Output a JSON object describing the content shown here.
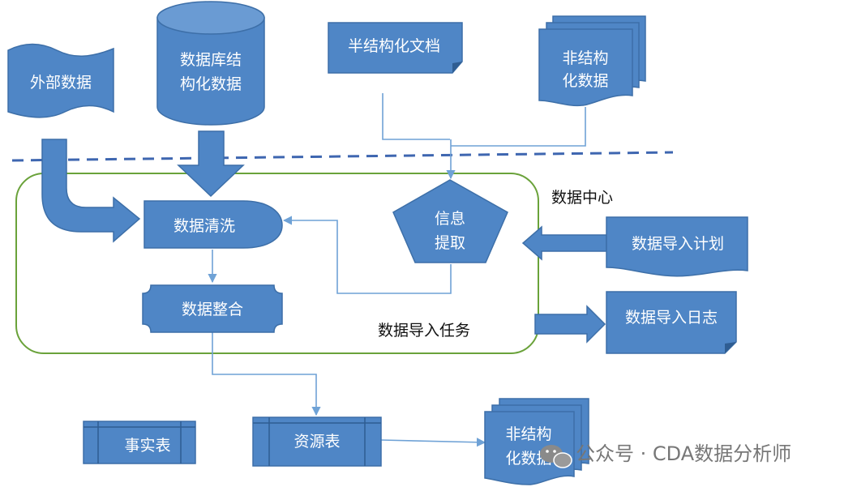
{
  "nodes": {
    "external_data": "外部数据",
    "db_structured_1": "数据库结",
    "db_structured_2": "构化数据",
    "semi_structured_doc": "半结构化文档",
    "unstructured_top_1": "非结构",
    "unstructured_top_2": "化数据",
    "data_cleaning": "数据清洗",
    "info_extract_1": "信息",
    "info_extract_2": "提取",
    "data_integration": "数据整合",
    "import_plan": "数据导入计划",
    "import_log": "数据导入日志",
    "fact_table": "事实表",
    "resource_table": "资源表",
    "unstructured_bottom_1": "非结构",
    "unstructured_bottom_2": "化数据"
  },
  "labels": {
    "data_center": "数据中心",
    "import_task": "数据导入任务"
  },
  "watermark": {
    "text": "公众号 · CDA数据分析师"
  },
  "colors": {
    "shape_fill": "#4f86c6",
    "shape_stroke": "#3d6fa8",
    "connector": "#6fa2d6",
    "dashed_divider": "#3e66b0",
    "task_boundary": "#6aa23a"
  }
}
